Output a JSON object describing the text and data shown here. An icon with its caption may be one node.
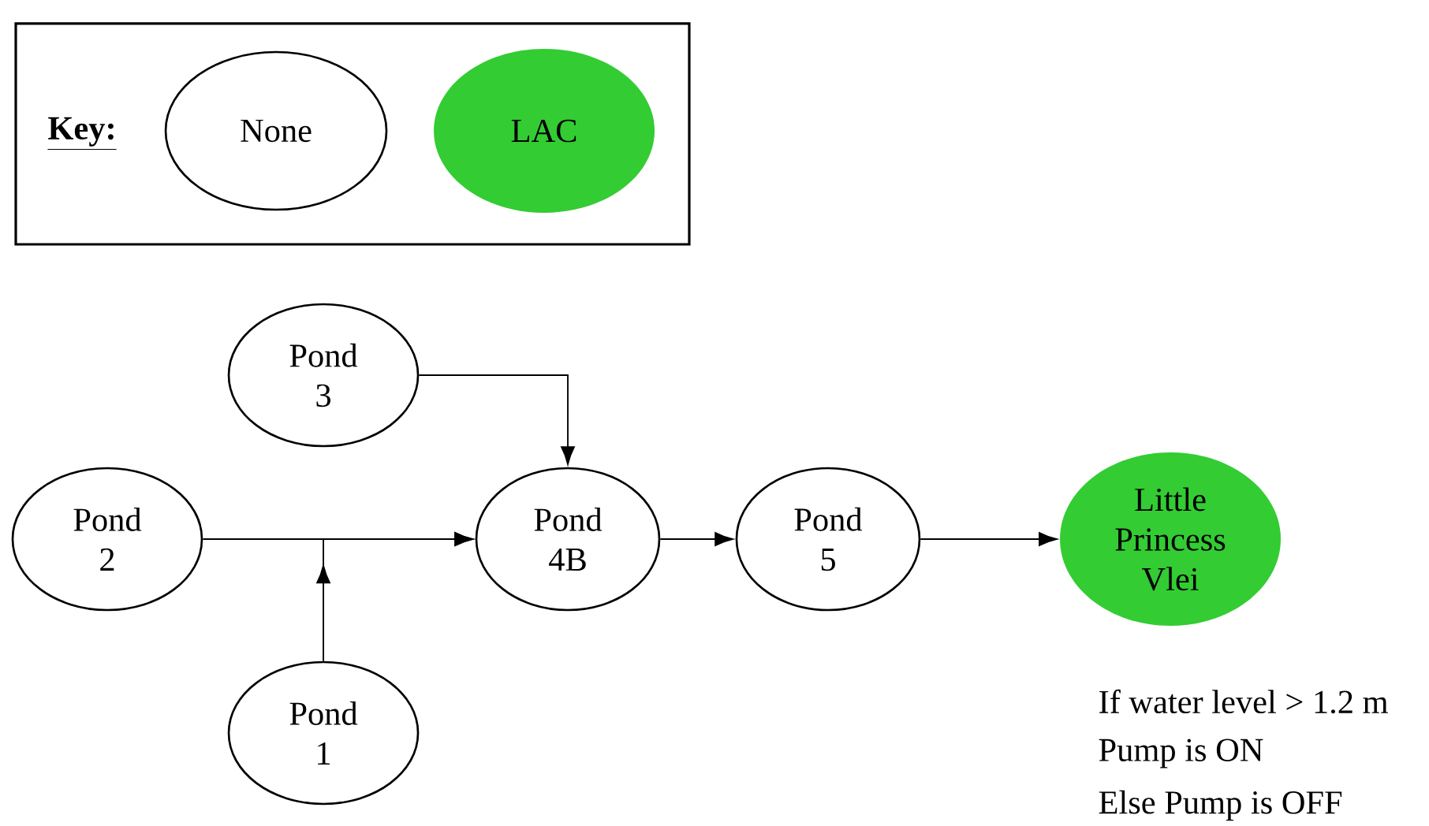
{
  "diagram": {
    "nodes": [
      {
        "text": [
          "Pond 3"
        ]
      },
      {
        "text": [
          "Pond 2"
        ]
      },
      {
        "text": [
          "Pond 4B"
        ]
      },
      {
        "text": [
          "Pond 5"
        ]
      },
      {
        "text": [
          "Little Princess Vlei"
        ]
      },
      {
        "text": [
          "Pond 1"
        ]
      }
    ],
    "edges": [
      {
        "from": 0,
        "to": 2,
        "arrow": "to"
      },
      {
        "from": 1,
        "to": 2,
        "arrow": "to"
      },
      {
        "from": 5,
        "to": 2,
        "arrow": "to"
      },
      {
        "from": 2,
        "to": 3,
        "arrow": "to"
      },
      {
        "from": 3,
        "to": 4,
        "arrow": "to"
      }
    ],
    "labels": [
      "Key:",
      "If water level > 1.2 m",
      "Pump is ON",
      "Else Pump is OFF"
    ],
    "legend": [
      {
        "text": "None"
      },
      {
        "text": "LAC",
        "color": "#33cc33"
      }
    ]
  }
}
